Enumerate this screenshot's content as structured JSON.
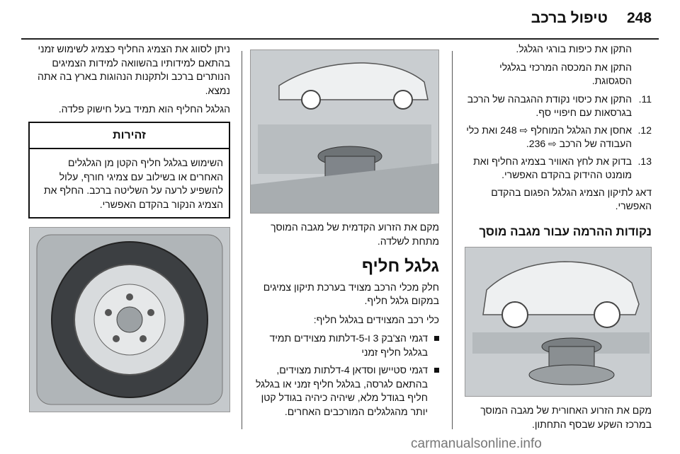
{
  "header": {
    "page_number": "248",
    "title": "טיפול ברכב"
  },
  "right_column": {
    "intro_lines": [
      "התקן את כיפות בורגי הגלגל.",
      "התקן את המכסה המרכזי בגלגלי הסגסוגת."
    ],
    "items": [
      {
        "num": "11.",
        "text": "התקן את כיסוי נקודת ההגבהה של הרכב בגרסאות עם חיפויי סף."
      },
      {
        "num": "12.",
        "text": "אחסן את הגלגל המוחלף ⇨ 248 ואת כלי העבודה של הרכב ⇨ 236."
      },
      {
        "num": "13.",
        "text": "בדוק את לחץ האוויר בצמיג החליף ואת מומנט ההידוק בהקדם האפשרי."
      }
    ],
    "after_note": "דאג לתיקון הצמיג הגלגל הפגום בהקדם האפשרי.",
    "subheading": "נקודות ההרמה עבור מגבה מוסך",
    "figure_caption": "מקם את הזרוע האחורית של מגבה המוסך במרכז השקע שבסף התחתון."
  },
  "middle_column": {
    "figure_caption": "מקם את הזרוע הקדמית של מגבה המוסך מתחת לשלדה.",
    "section_title": "גלגל חליף",
    "intro": "חלק מכלי הרכב מצויד בערכת תיקון צמיגים במקום גלגל חליף.",
    "lead": "כלי רכב המצוידים בגלגל חליף:",
    "bullets": [
      "דגמי הצ'בק 3 ו-5-דלתות מצוידים תמיד בגלגל חליף זמני",
      "דגמי סטיישן וסדאן 4-דלתות מצוידים, בהתאם לגרסה, בגלגל חליף זמני או בגלגל חליף בגודל מלא, שיהיה כיהיה בגודל קטן יותר מהגלגלים המורכבים האחרים."
    ]
  },
  "left_column": {
    "intro": "ניתן לסווג את הצמיג החליף כצמיג לשימוש זמני בהתאם למידותיו בהשוואה למידות הצמיגים הנותרים ברכב ולתקנות הנהוגות בארץ בה אתה נמצא.",
    "label_note": "הגלגל החליף הוא תמיד בעל חישוק פלדה.",
    "warning": {
      "title": "זהירות",
      "body": "השימוש בגלגל חליף הקטן מן הגלגלים האחרים או בשילוב עם צמיגי חורף, עלול להשפיע לרעה על השליטה ברכב. החלף את הצמיג הנקור בהקדם האפשרי."
    }
  },
  "watermark": "carmanualsonline.info",
  "colors": {
    "text": "#111111",
    "photo_bg": "#cdd1d4",
    "watermark": "#777777"
  }
}
